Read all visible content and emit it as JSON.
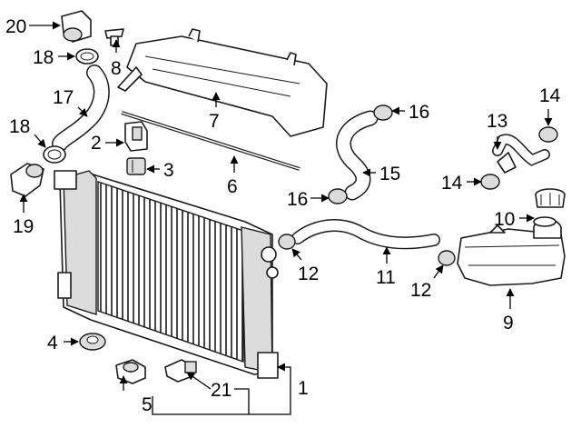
{
  "callouts": [
    {
      "id": "c1",
      "text": "1"
    },
    {
      "id": "c2",
      "text": "2"
    },
    {
      "id": "c3",
      "text": "3"
    },
    {
      "id": "c4",
      "text": "4"
    },
    {
      "id": "c5",
      "text": "5"
    },
    {
      "id": "c6",
      "text": "6"
    },
    {
      "id": "c7",
      "text": "7"
    },
    {
      "id": "c8",
      "text": "8"
    },
    {
      "id": "c9",
      "text": "9"
    },
    {
      "id": "c10",
      "text": "10"
    },
    {
      "id": "c11",
      "text": "11"
    },
    {
      "id": "c12a",
      "text": "12"
    },
    {
      "id": "c12b",
      "text": "12"
    },
    {
      "id": "c13",
      "text": "13"
    },
    {
      "id": "c14a",
      "text": "14"
    },
    {
      "id": "c14b",
      "text": "14"
    },
    {
      "id": "c15",
      "text": "15"
    },
    {
      "id": "c16a",
      "text": "16"
    },
    {
      "id": "c16b",
      "text": "16"
    },
    {
      "id": "c17",
      "text": "17"
    },
    {
      "id": "c18a",
      "text": "18"
    },
    {
      "id": "c18b",
      "text": "18"
    },
    {
      "id": "c19",
      "text": "19"
    },
    {
      "id": "c20",
      "text": "20"
    },
    {
      "id": "c21",
      "text": "21"
    }
  ],
  "colors": {
    "line": "#1a1a1a",
    "background": "#ffffff"
  }
}
